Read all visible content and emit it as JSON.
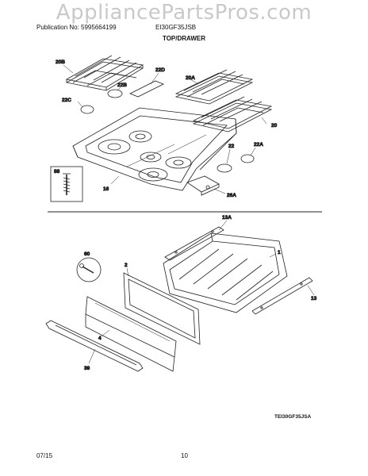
{
  "watermark": "AppliancePartsPros.com",
  "header": {
    "publication": "Publication No: 5995664199",
    "model": "EI30GF35JSB"
  },
  "section_title": "TOP/DRAWER",
  "callouts": {
    "c20b": "20B",
    "c22d": "22D",
    "c22b": "22B",
    "c20a": "20A",
    "c22c": "22C",
    "c20": "20",
    "c22": "22",
    "c22a": "22A",
    "c88": "88",
    "c16": "16",
    "c26a": "26A",
    "c13a": "13A",
    "c1": "1",
    "c60": "60",
    "c2": "2",
    "c13": "13",
    "c4": "4",
    "c39": "39"
  },
  "diagram_code": "TEI30GF35JSA",
  "footer": {
    "date": "07/15",
    "page": "10"
  }
}
